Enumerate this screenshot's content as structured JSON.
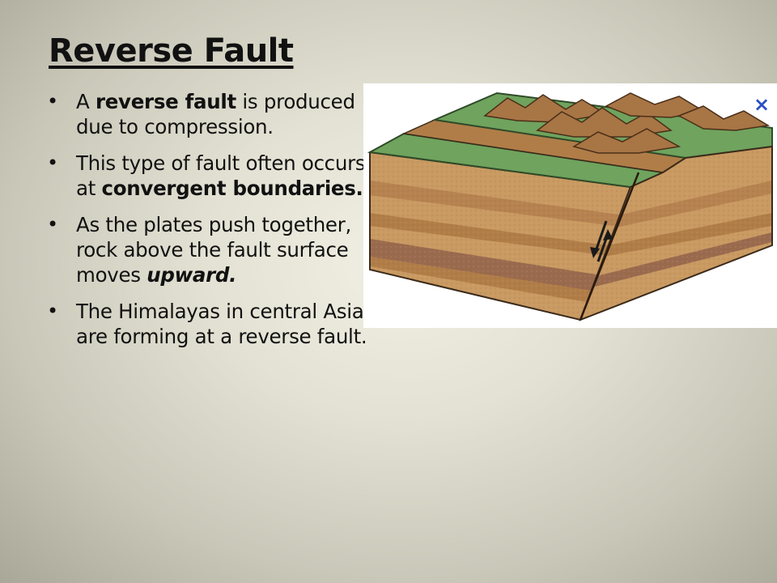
{
  "slide": {
    "title": "Reverse Fault",
    "bullets": [
      {
        "parts": [
          {
            "text": "A ",
            "style": "normal"
          },
          {
            "text": "reverse fault",
            "style": "bold"
          },
          {
            "text": " is produced due to compression.",
            "style": "normal"
          }
        ]
      },
      {
        "parts": [
          {
            "text": "This type of fault often occurs at ",
            "style": "normal"
          },
          {
            "text": "convergent boundaries.",
            "style": "bold"
          }
        ]
      },
      {
        "parts": [
          {
            "text": "As the plates push together, rock above the fault surface moves ",
            "style": "normal"
          },
          {
            "text": "upward.",
            "style": "bold-italic"
          }
        ]
      },
      {
        "parts": [
          {
            "text": "The Himalayas in central Asia are forming at a reverse fault.",
            "style": "normal"
          }
        ]
      }
    ],
    "bullet_glyph": "•"
  },
  "figure": {
    "close_glyph": "×",
    "colors": {
      "grass": "#6fa35e",
      "grass_dark": "#4f7d44",
      "rock_light": "#c99a62",
      "rock_mid": "#b07d48",
      "rock_band": "#9a6a4e",
      "mountain": "#a87545",
      "close_blue": "#2a50c8"
    }
  }
}
